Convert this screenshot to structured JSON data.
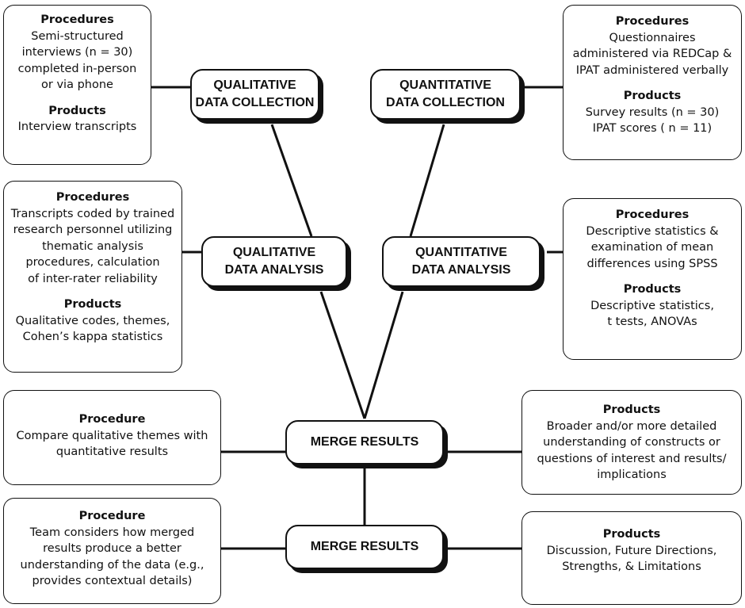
{
  "stages": {
    "qual_collection": [
      "QUALITATIVE",
      "DATA COLLECTION"
    ],
    "quant_collection": [
      "QUANTITATIVE",
      "DATA COLLECTION"
    ],
    "qual_analysis": [
      "QUALITATIVE",
      "DATA ANALYSIS"
    ],
    "quant_analysis": [
      "QUANTITATIVE",
      "DATA ANALYSIS"
    ],
    "merge_1": "MERGE RESULTS",
    "merge_2": "MERGE RESULTS"
  },
  "notes": {
    "qual_collection": {
      "heading1": "Procedures",
      "lines1": [
        "Semi-structured",
        "interviews (n = 30)",
        "completed in-person",
        "or via phone"
      ],
      "heading2": "Products",
      "lines2": [
        "Interview transcripts"
      ]
    },
    "quant_collection": {
      "heading1": "Procedures",
      "lines1": [
        "Questionnaires",
        "administered via REDCap  &",
        "IPAT administered verbally"
      ],
      "heading2": "Products",
      "lines2": [
        "Survey results (n = 30)",
        "IPAT scores ( n = 11)"
      ]
    },
    "qual_analysis": {
      "heading1": "Procedures",
      "lines1": [
        "Transcripts coded by trained",
        "research personnel utilizing",
        "thematic analysis",
        "procedures, calculation",
        "of inter-rater reliability"
      ],
      "heading2": "Products",
      "lines2": [
        "Qualitative codes, themes,",
        "Cohen’s kappa statistics"
      ]
    },
    "quant_analysis": {
      "heading1": "Procedures",
      "lines1": [
        "Descriptive statistics &",
        "examination of mean",
        "differences using SPSS"
      ],
      "heading2": "Products",
      "lines2": [
        "Descriptive statistics,",
        "t tests, ANOVAs"
      ]
    },
    "merge_1_left": {
      "heading1": "Procedure",
      "lines1": [
        "Compare qualitative themes with",
        "quantitative results"
      ]
    },
    "merge_1_right": {
      "heading1": "Products",
      "lines1": [
        "Broader and/or more detailed",
        "understanding of constructs or",
        "questions of interest and results/",
        "implications"
      ]
    },
    "merge_2_left": {
      "heading1": "Procedure",
      "lines1": [
        "Team considers how merged",
        "results produce a better",
        "understanding of the data (e.g.,",
        "provides contextual details)"
      ]
    },
    "merge_2_right": {
      "heading1": "Products",
      "lines1": [
        "Discussion, Future Directions,",
        "Strengths, & Limitations"
      ]
    }
  }
}
